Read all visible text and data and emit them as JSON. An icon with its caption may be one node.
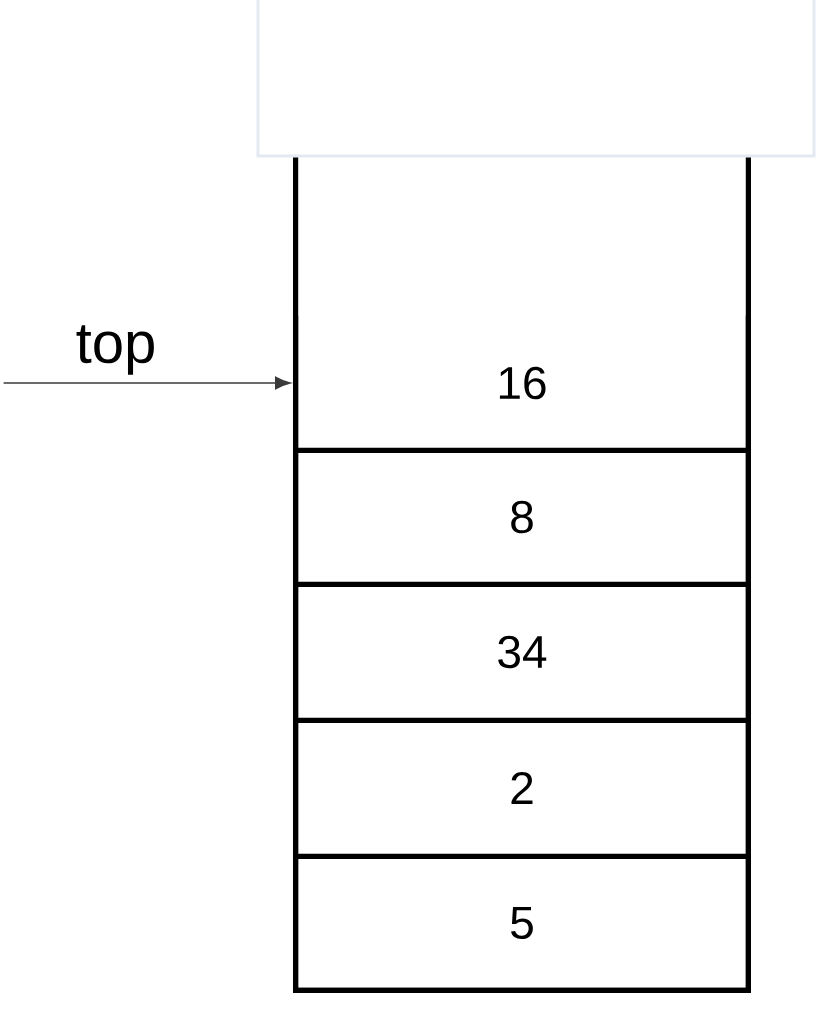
{
  "diagram": {
    "nodes": [
      {
        "text": [],
        "shape": "box"
      },
      {
        "text": [
          "16"
        ],
        "in": 0
      },
      {
        "text": [
          "8"
        ],
        "in": 0
      },
      {
        "text": [
          "34"
        ],
        "in": 0
      },
      {
        "text": [
          "2"
        ],
        "in": 0
      },
      {
        "text": [
          "5"
        ],
        "in": 0
      }
    ],
    "edges": [
      {
        "from": null,
        "to": 1,
        "arrow": "to",
        "label": "top"
      }
    ]
  }
}
